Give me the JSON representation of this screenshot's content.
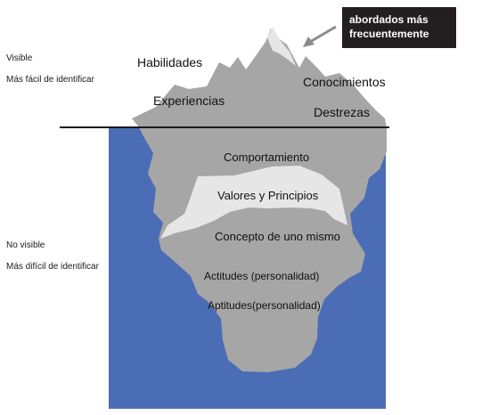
{
  "callout": {
    "line1": "abordados más",
    "line2": "frecuentemente"
  },
  "above_water": {
    "side_title": "Visible",
    "side_subtitle": "Más fácil de identificar",
    "items": [
      "Habilidades",
      "Conocimientos",
      "Experiencias",
      "Destrezas"
    ]
  },
  "below_water": {
    "side_title": "No visible",
    "side_subtitle": "Más difícil de identificar",
    "items": [
      "Comportamiento",
      "Valores y Principios",
      "Concepto de uno mismo",
      "Actitudes (personalidad)",
      "Aptitudes(personalidad)"
    ]
  },
  "colors": {
    "water": "#4a6db5",
    "ice": "#a6a6a6",
    "highlight": "#e6e6e6",
    "waterline": "#1a1a1a",
    "callout_bg": "#231f20",
    "arrow": "#8c8c8c"
  }
}
